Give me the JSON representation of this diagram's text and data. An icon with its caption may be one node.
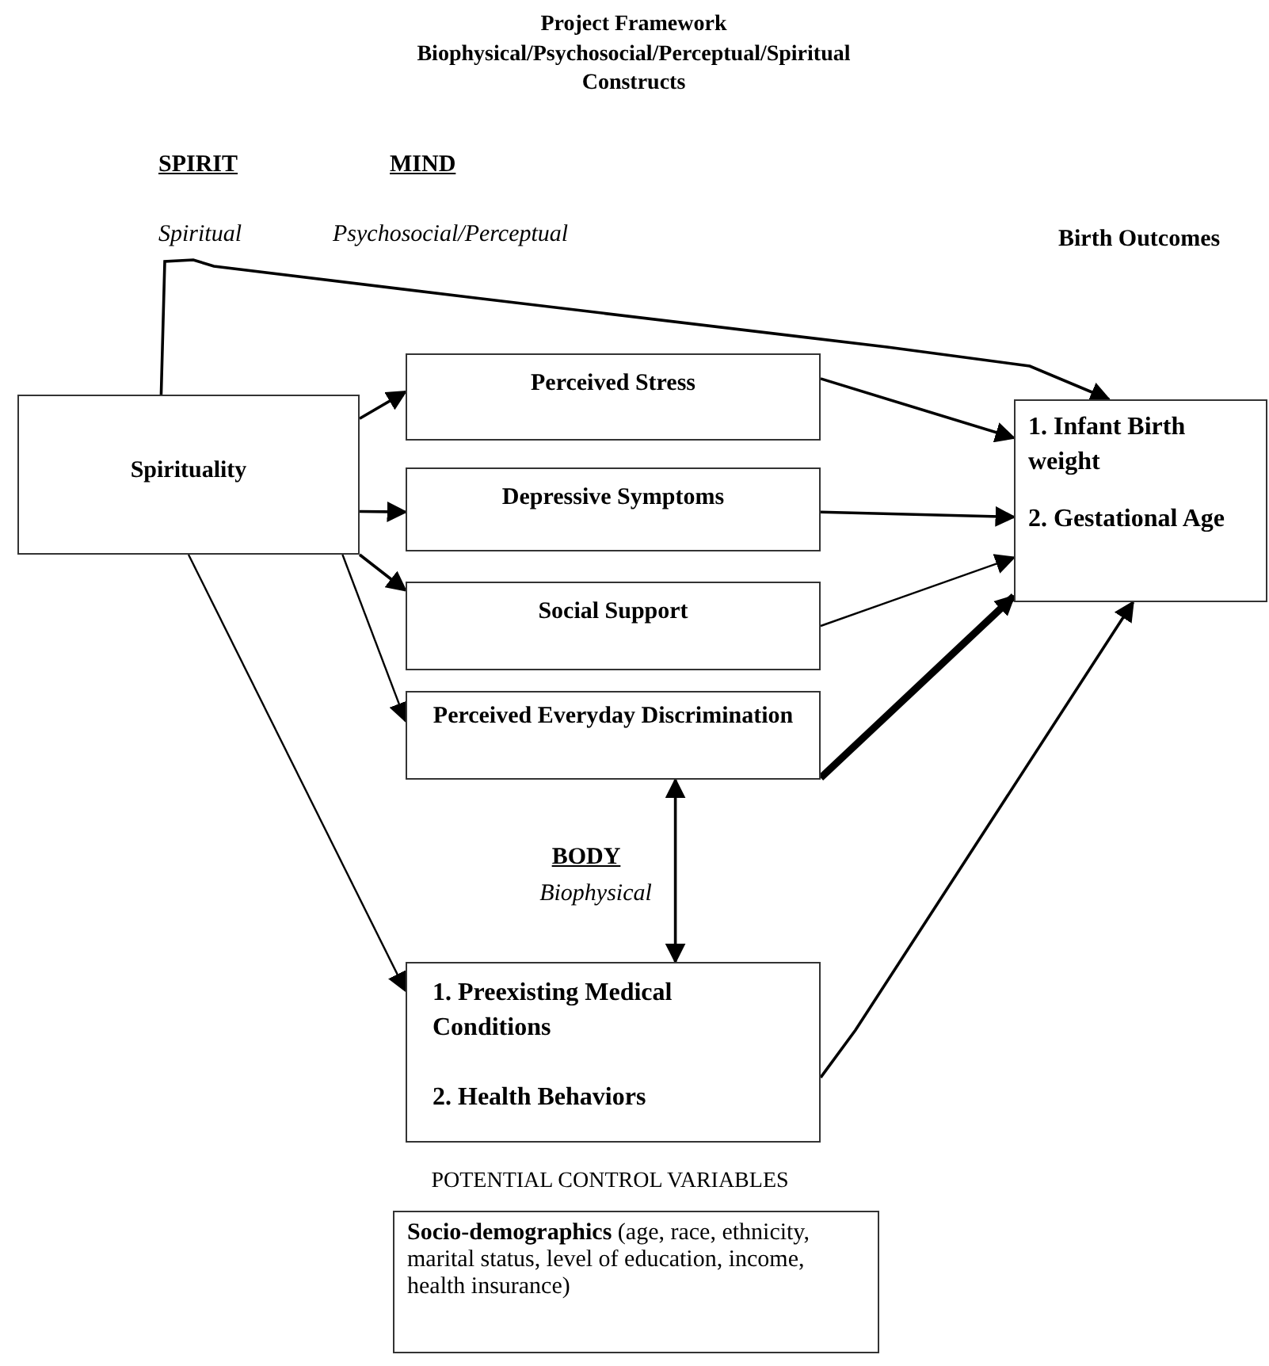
{
  "diagram": {
    "title": "Project Framework",
    "nodes": [
      {
        "text": [
          "Spirituality"
        ]
      },
      {
        "text": [
          "Perceived Stress"
        ]
      },
      {
        "text": [
          "Depressive Symptoms"
        ]
      },
      {
        "text": [
          "Social Support"
        ]
      },
      {
        "text": [
          "Perceived Everyday Discrimination"
        ]
      },
      {
        "text": [
          "1.  Infant Birth weight",
          "2. Gestational Age"
        ]
      },
      {
        "text": [
          "1.  Preexisting Medical Conditions",
          "2.  Health Behaviors"
        ]
      },
      {
        "text": [
          "**Socio-demographics** (age, race, ethnicity, marital status, level of education, income, health insurance)"
        ]
      }
    ],
    "edges": [
      {
        "from": 0,
        "to": 5,
        "arrow": "to"
      },
      {
        "from": 0,
        "to": 1,
        "arrow": "to"
      },
      {
        "from": 0,
        "to": 2,
        "arrow": "to"
      },
      {
        "from": 0,
        "to": 3,
        "arrow": "to"
      },
      {
        "from": 0,
        "to": 4,
        "arrow": "to"
      },
      {
        "from": 0,
        "to": 6,
        "arrow": "to"
      },
      {
        "from": 1,
        "to": 5,
        "arrow": "to"
      },
      {
        "from": 2,
        "to": 5,
        "arrow": "to"
      },
      {
        "from": 3,
        "to": 5,
        "arrow": "to"
      },
      {
        "from": 4,
        "to": 5,
        "arrow": "to",
        "style": "thick"
      },
      {
        "from": 6,
        "to": 5,
        "arrow": "to"
      },
      {
        "from": 4,
        "to": 6,
        "arrow": "both"
      }
    ],
    "labels": [
      "Biophysical/Psychosocial/Perceptual/Spiritual Constructs",
      "SPIRIT",
      "MIND",
      "Spiritual",
      "Psychosocial/Perceptual",
      "Birth Outcomes",
      "BODY",
      "Biophysical",
      "POTENTIAL CONTROL VARIABLES"
    ]
  }
}
